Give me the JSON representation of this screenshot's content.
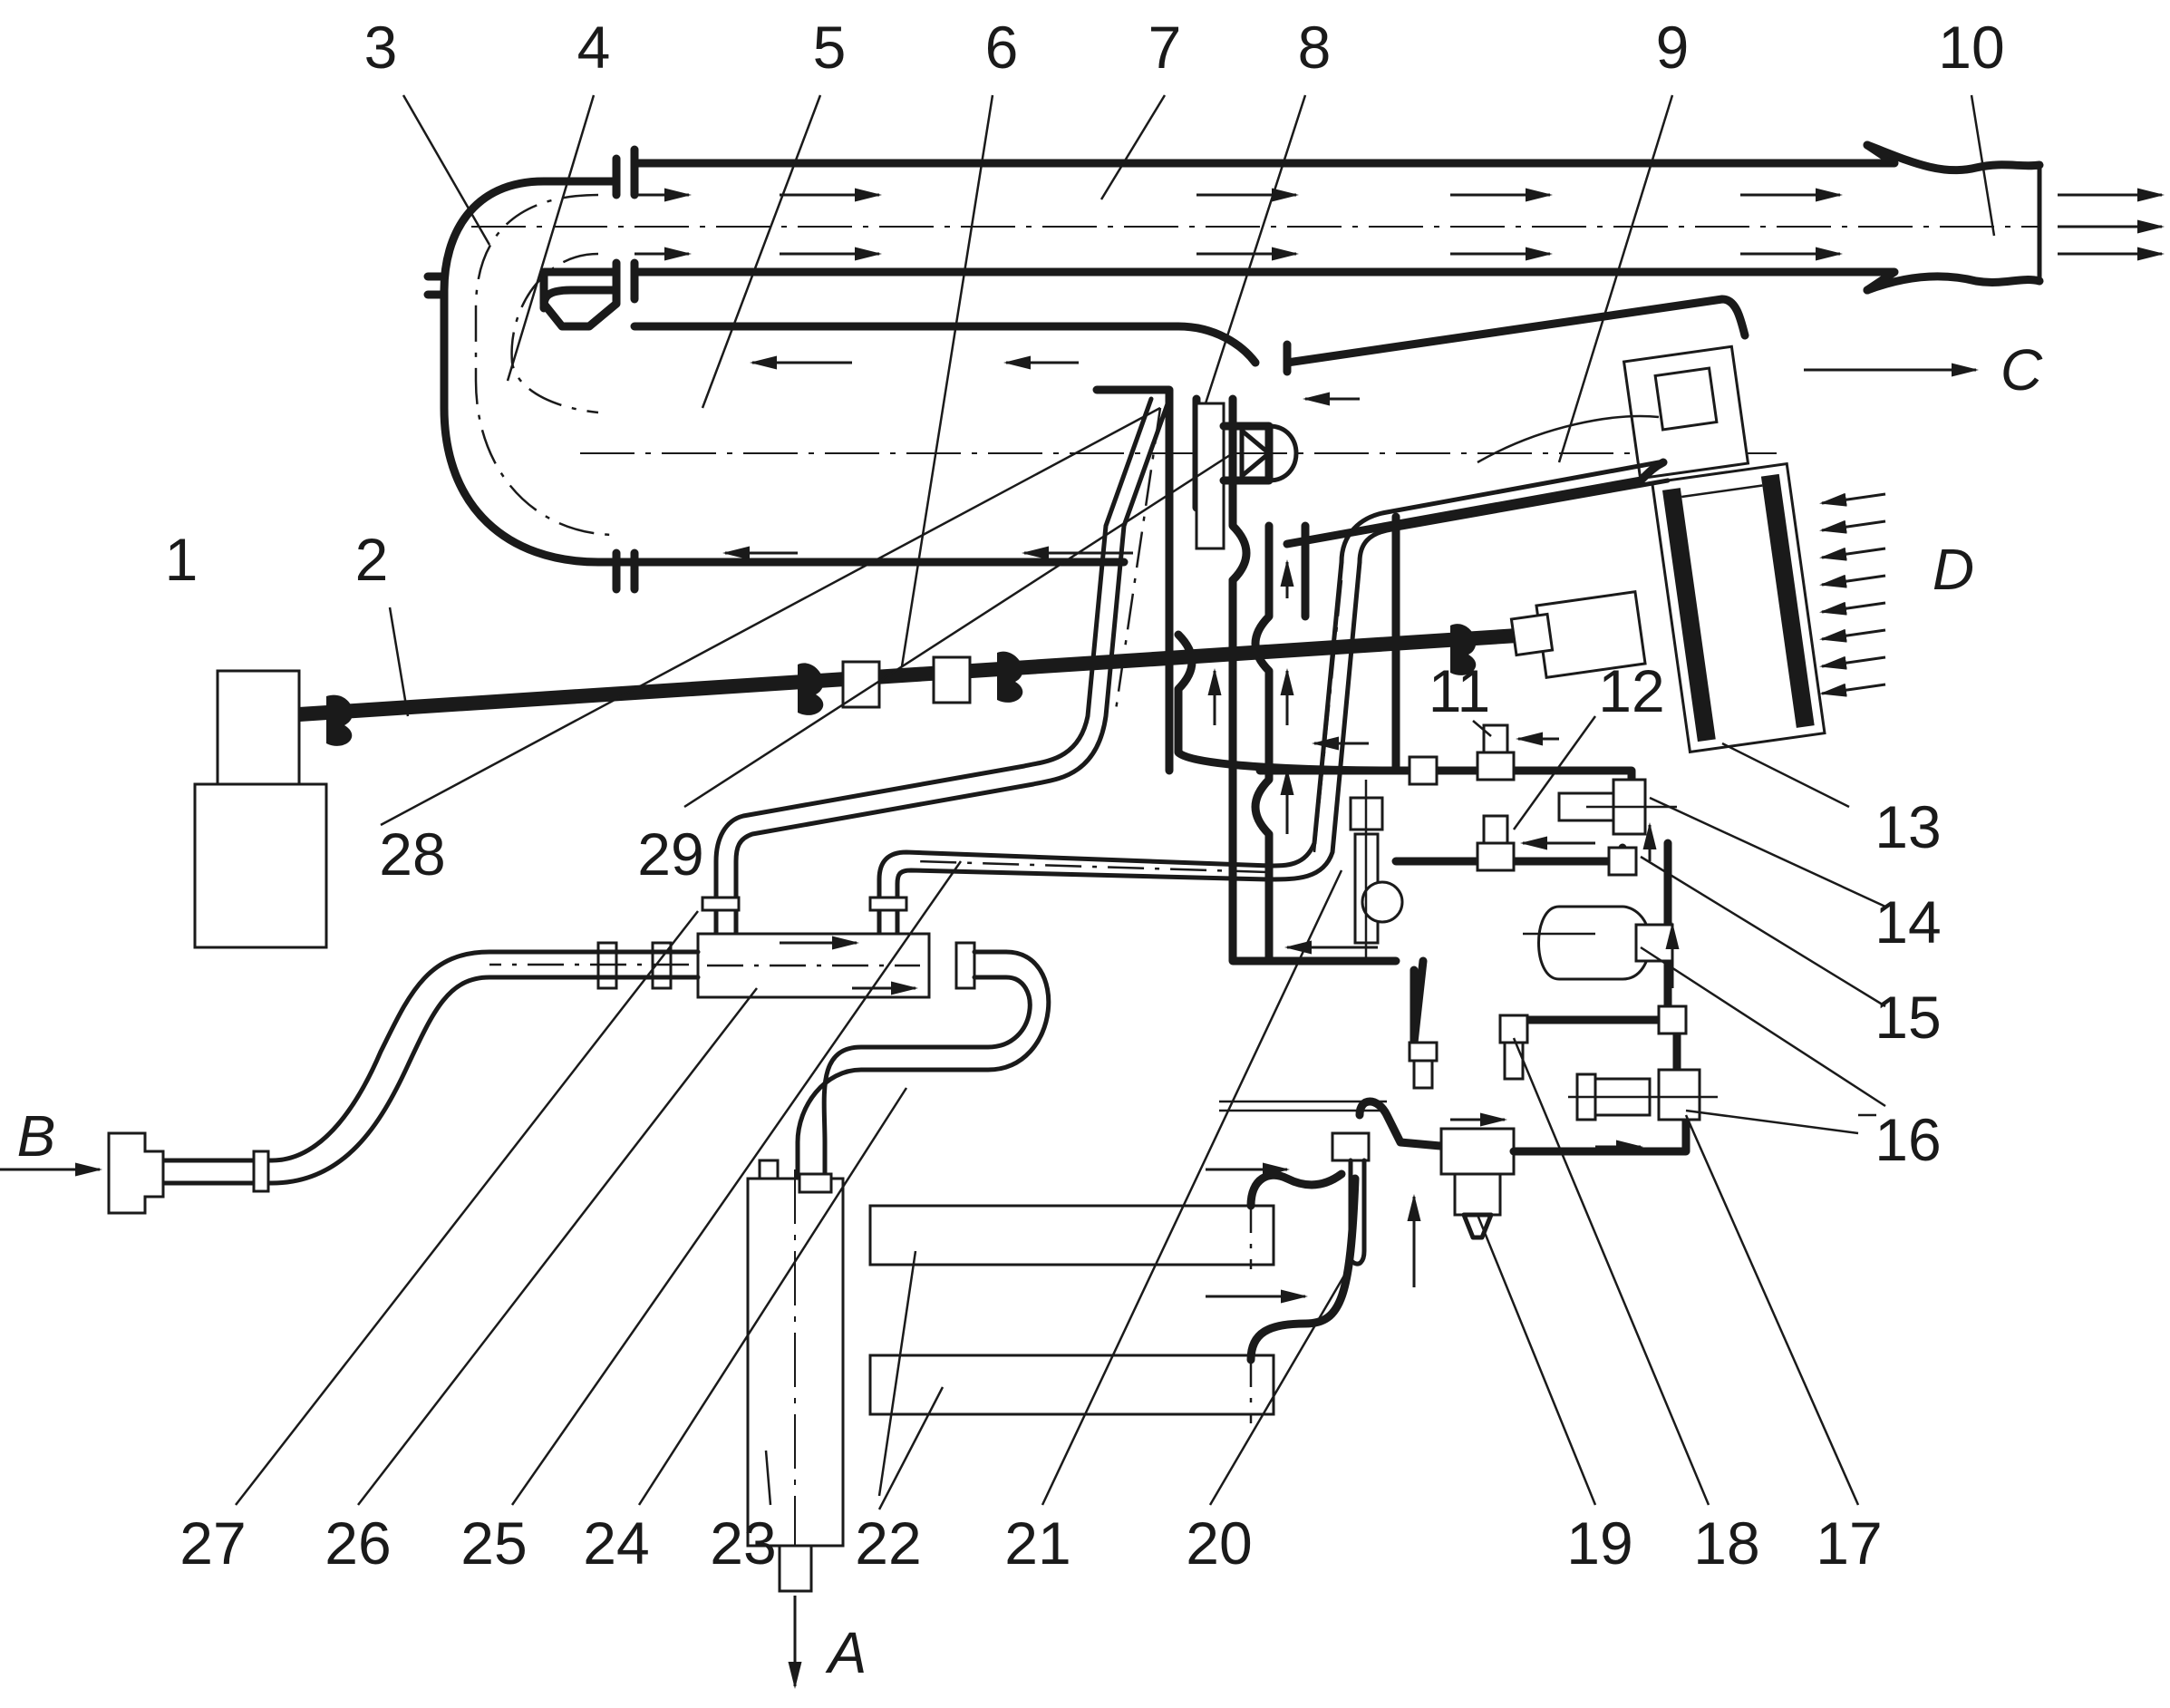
{
  "diagram": {
    "part_numbers": [
      "1",
      "2",
      "3",
      "4",
      "5",
      "6",
      "7",
      "8",
      "9",
      "10",
      "11",
      "12",
      "13",
      "14",
      "15",
      "16",
      "17",
      "18",
      "19",
      "20",
      "21",
      "22",
      "23",
      "24",
      "25",
      "26",
      "27",
      "28",
      "29"
    ],
    "flow_letters": {
      "a": "A",
      "b": "B",
      "c": "C",
      "d": "D"
    }
  }
}
